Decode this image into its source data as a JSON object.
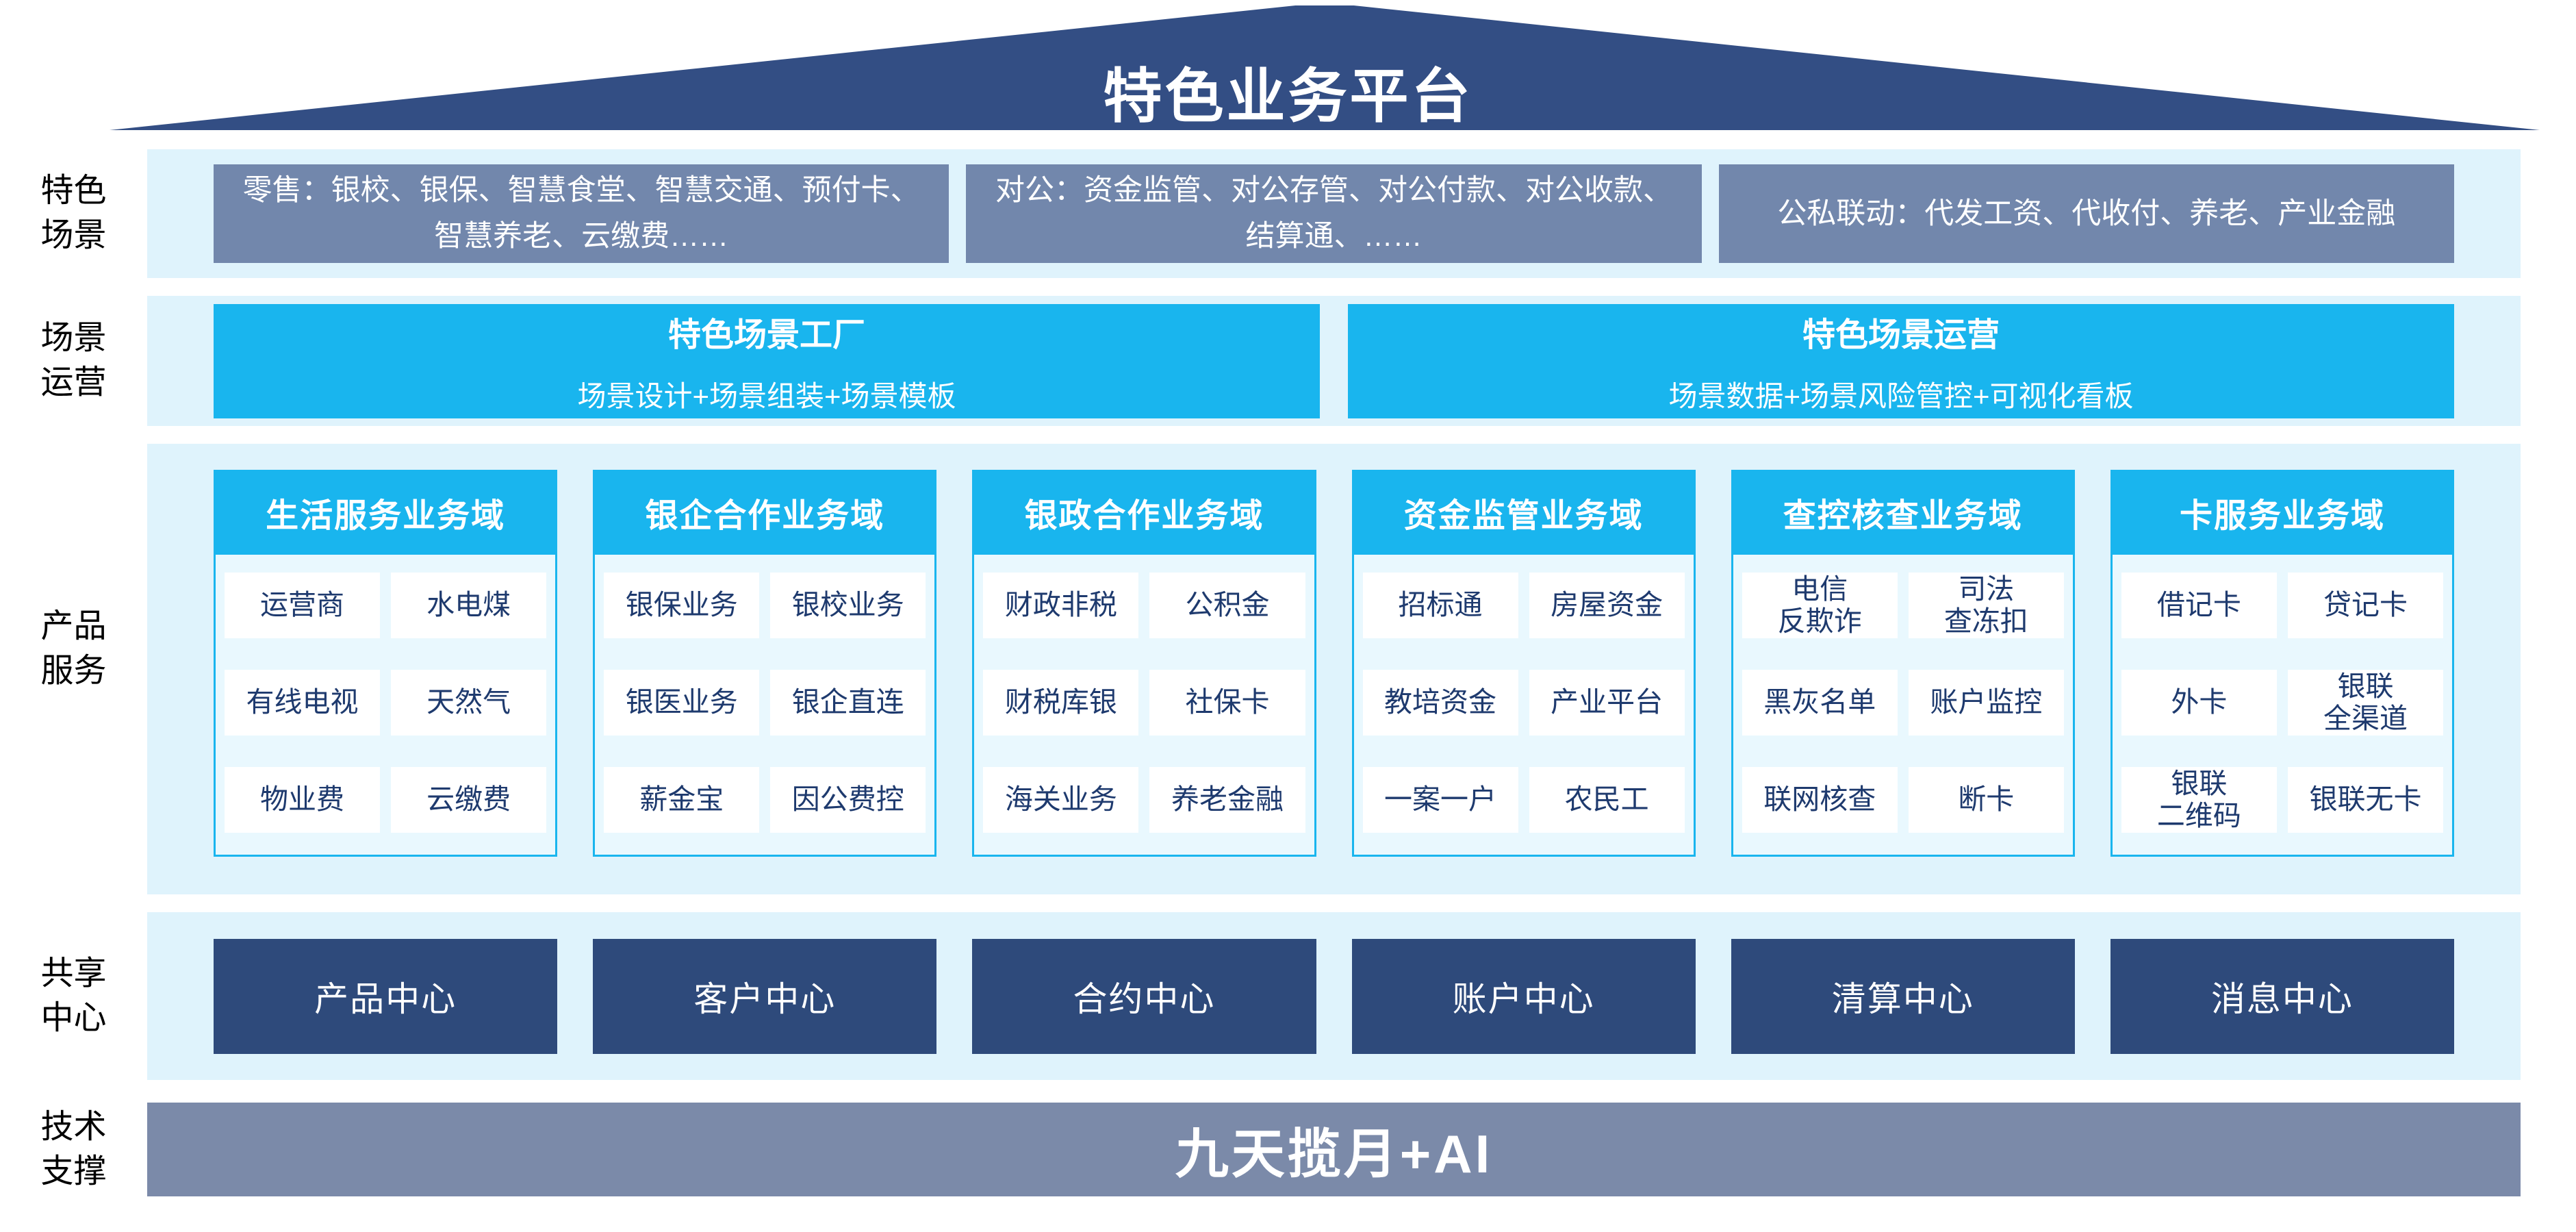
{
  "colors": {
    "roof_navy": "#334E84",
    "scene_box_gray_blue": "#7287AC",
    "accent_cyan": "#19B5EE",
    "band_light_blue": "#DFF3FC",
    "panel_light_blue": "#E9F8FE",
    "cell_text_navy": "#1E3A6E",
    "center_box_navy": "#2E4A7B",
    "tech_bar_gray_blue": "#7B8AA9"
  },
  "roof": {
    "title": "特色业务平台"
  },
  "scene_row": {
    "label": "特色\n场景",
    "boxes": [
      "零售：银校、银保、智慧食堂、智慧交通、预付卡、智慧养老、云缴费……",
      "对公：资金监管、对公存管、对公付款、对公收款、结算通、……",
      "公私联动：代发工资、代收付、养老、产业金融"
    ]
  },
  "operation_row": {
    "label": "场景\n运营",
    "boxes": [
      {
        "title": "特色场景工厂",
        "subtitle": "场景设计+场景组装+场景模板"
      },
      {
        "title": "特色场景运营",
        "subtitle": "场景数据+场景风险管控+可视化看板"
      }
    ]
  },
  "product_row": {
    "label": "产品\n服务",
    "domains": [
      {
        "title": "生活服务业务域",
        "items": [
          "运营商",
          "水电煤",
          "有线电视",
          "天然气",
          "物业费",
          "云缴费"
        ]
      },
      {
        "title": "银企合作业务域",
        "items": [
          "银保业务",
          "银校业务",
          "银医业务",
          "银企直连",
          "薪金宝",
          "因公费控"
        ]
      },
      {
        "title": "银政合作业务域",
        "items": [
          "财政非税",
          "公积金",
          "财税库银",
          "社保卡",
          "海关业务",
          "养老金融"
        ]
      },
      {
        "title": "资金监管业务域",
        "items": [
          "招标通",
          "房屋资金",
          "教培资金",
          "产业平台",
          "一案一户",
          "农民工"
        ]
      },
      {
        "title": "查控核查业务域",
        "items": [
          "电信\n反欺诈",
          "司法\n查冻扣",
          "黑灰名单",
          "账户监控",
          "联网核查",
          "断卡"
        ]
      },
      {
        "title": "卡服务业务域",
        "items": [
          "借记卡",
          "贷记卡",
          "外卡",
          "银联\n全渠道",
          "银联\n二维码",
          "银联无卡"
        ]
      }
    ]
  },
  "center_row": {
    "label": "共享\n中心",
    "centers": [
      "产品中心",
      "客户中心",
      "合约中心",
      "账户中心",
      "清算中心",
      "消息中心"
    ]
  },
  "tech_row": {
    "label": "技术\n支撑",
    "title": "九天揽月+AI"
  }
}
